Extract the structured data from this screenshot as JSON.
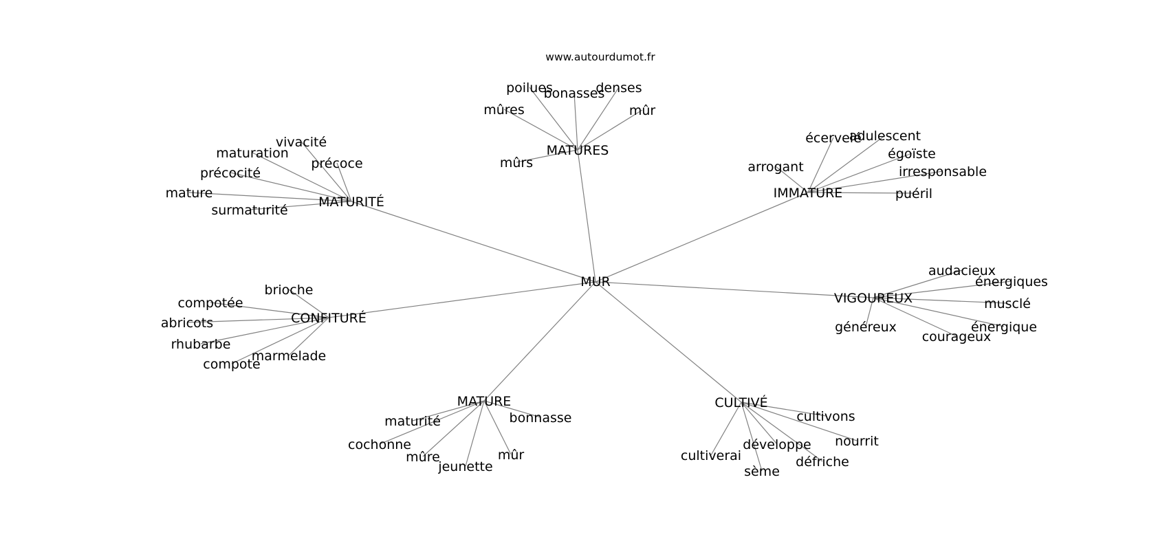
{
  "source_label": "www.autourdumot.fr",
  "center": "MUR",
  "colors": {
    "edge": "#808080",
    "text": "#000000",
    "background": "#ffffff"
  },
  "clusters": [
    {
      "id": "matures",
      "hub": "MATURES",
      "leaves": [
        "poilues",
        "bonasses",
        "denses",
        "mûres",
        "mûr",
        "mûrs"
      ]
    },
    {
      "id": "maturite",
      "hub": "MATURITÉ",
      "leaves": [
        "vivacité",
        "maturation",
        "précoce",
        "précocité",
        "mature",
        "surmaturité"
      ]
    },
    {
      "id": "immature",
      "hub": "IMMATURE",
      "leaves": [
        "écervelé",
        "adulescent",
        "égoïste",
        "arrogant",
        "irresponsable",
        "puéril"
      ]
    },
    {
      "id": "vigoureux",
      "hub": "VIGOUREUX",
      "leaves": [
        "audacieux",
        "énergiques",
        "musclé",
        "généreux",
        "énergique",
        "courageux"
      ]
    },
    {
      "id": "confiture",
      "hub": "CONFITURÉ",
      "leaves": [
        "brioche",
        "compotée",
        "abricots",
        "rhubarbe",
        "marmelade",
        "compote"
      ]
    },
    {
      "id": "mature",
      "hub": "MATURE",
      "leaves": [
        "maturité",
        "bonnasse",
        "cochonne",
        "mûre",
        "mûr",
        "jeunette"
      ]
    },
    {
      "id": "cultive",
      "hub": "CULTIVÉ",
      "leaves": [
        "cultivons",
        "nourrit",
        "développe",
        "cultiverai",
        "défriche",
        "sème"
      ]
    }
  ]
}
